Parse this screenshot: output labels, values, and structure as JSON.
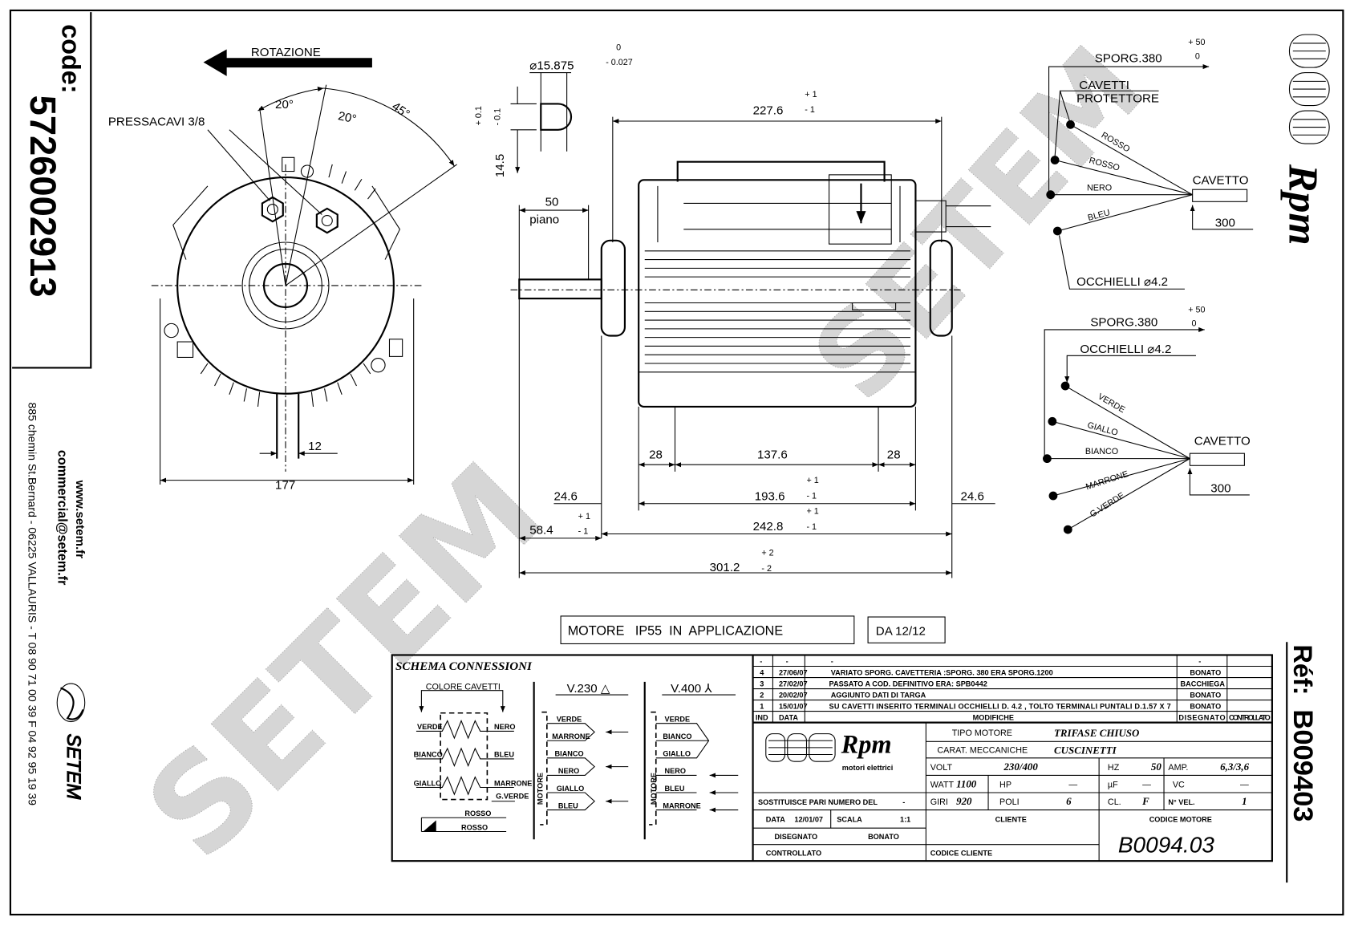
{
  "code": {
    "label": "code:",
    "value": "5726002913"
  },
  "contact": {
    "web": "www.setem.fr",
    "email": "commercial@setem.fr",
    "address": "885 chemin St.Bernard  -  06225 VALLAURIS  -  T 08 90 71 00 39   F 04 92 95 19 39",
    "brand": "SETEM"
  },
  "reference": {
    "label": "Réf:",
    "value": "B009403"
  },
  "logo": {
    "brand": "Rpm",
    "subtitle": "motori elettrici"
  },
  "watermark": "SETEM",
  "front_view": {
    "rotation_label": "ROTAZIONE",
    "pressacavi_label": "PRESSACAVI 3/8",
    "angles": [
      "20°",
      "20°",
      "45°"
    ],
    "width_dim": "177",
    "foot_dim": "12"
  },
  "shaft_profile": {
    "diameter": "⌀15.875",
    "diameter_tol_upper": "0",
    "diameter_tol_lower": "- 0.027",
    "flat": "14.5",
    "flat_tol_upper": "+ 0.1",
    "flat_tol_lower": "- 0.1"
  },
  "side_view": {
    "overall_flange": {
      "value": "227.6",
      "tol_upper": "+ 1",
      "tol_lower": "- 1"
    },
    "shaft_plane": {
      "value": "50",
      "label": "piano"
    },
    "foot_left": "28",
    "foot_center": "137.6",
    "foot_right": "28",
    "feet_total": {
      "value": "193.6",
      "tol_upper": "+ 1",
      "tol_lower": "- 1"
    },
    "offset_left": "24.6",
    "offset_right": "24.6",
    "body_length": {
      "value": "242.8",
      "tol_upper": "+ 1",
      "tol_lower": "- 1"
    },
    "shaft_length": {
      "value": "58.4",
      "tol_upper": "+ 1",
      "tol_lower": "- 1"
    },
    "total_length": {
      "value": "301.2",
      "tol_upper": "+ 2",
      "tol_lower": "- 2"
    }
  },
  "wiring_protector": {
    "sporg": "SPORG.380",
    "sporg_tol_upper": "+ 50",
    "sporg_tol_lower": "0",
    "cavetti": "CAVETTI",
    "protettore": "PROTETTORE",
    "wires": [
      "ROSSO",
      "ROSSO",
      "NERO",
      "BLEU"
    ],
    "cable": "CAVETTO",
    "cable_length": "300",
    "eyelets": "OCCHIELLI ⌀4.2"
  },
  "wiring_motor": {
    "sporg": "SPORG.380",
    "sporg_tol_upper": "+ 50",
    "sporg_tol_lower": "0",
    "eyelets": "OCCHIELLI ⌀4.2",
    "wires": [
      "VERDE",
      "GIALLO",
      "BIANCO",
      "MARRONE",
      "G.VERDE"
    ],
    "cable": "CAVETTO",
    "cable_length": "300"
  },
  "title_box": {
    "title": "MOTORE   IP55  IN  APPLICAZIONE",
    "date": "DA 12/12"
  },
  "schema": {
    "title": "SCHEMA CONNESSIONI",
    "colore_cavetti": "COLORE CAVETTI",
    "left_labels": [
      "VERDE",
      "BIANCO",
      "GIALLO"
    ],
    "right_labels": [
      "NERO",
      "BLEU",
      "MARRONE"
    ],
    "earth": "G.VERDE",
    "protector": [
      "ROSSO",
      "ROSSO"
    ],
    "motore": "MOTORE",
    "v230": {
      "title": "V.230 △",
      "labels": [
        "VERDE",
        "MARRONE",
        "BIANCO",
        "NERO",
        "GIALLO",
        "BLEU"
      ]
    },
    "v400": {
      "title": "V.400 ⅄",
      "labels": [
        "VERDE",
        "BIANCO",
        "GIALLO",
        "NERO",
        "BLEU",
        "MARRONE"
      ]
    }
  },
  "revisions": {
    "headers": [
      "IND",
      "DATA",
      "MODIFICHE",
      "DISEGNATO",
      "CONTROLLATO"
    ],
    "rows": [
      {
        "ind": "-",
        "data": "-",
        "modifica": "-",
        "disegnato": "-",
        "controllato": ""
      },
      {
        "ind": "4",
        "data": "27/06/07",
        "modifica": "VARIATO SPORG. CAVETTERIA :SPORG. 380 ERA SPORG.1200",
        "disegnato": "BONATO",
        "controllato": ""
      },
      {
        "ind": "3",
        "data": "27/02/07",
        "modifica": "PASSATO A COD. DEFINITIVO ERA: SPB0442",
        "disegnato": "BACCHIEGA",
        "controllato": ""
      },
      {
        "ind": "2",
        "data": "20/02/07",
        "modifica": "AGGIUNTO DATI DI TARGA",
        "disegnato": "BONATO",
        "controllato": ""
      },
      {
        "ind": "1",
        "data": "15/01/07",
        "modifica": "SU CAVETTI INSERITO TERMINALI OCCHIELLI D. 4.2 , TOLTO TERMINALI  PUNTALI D.1.57 X 7",
        "disegnato": "BONATO",
        "controllato": ""
      }
    ]
  },
  "specs": {
    "tipo_motore_label": "TIPO MOTORE",
    "tipo_motore": "TRIFASE CHIUSO",
    "carat_label": "CARAT. MECCANICHE",
    "carat": "CUSCINETTI",
    "volt_label": "VOLT",
    "volt": "230/400",
    "hz_label": "HZ",
    "hz": "50",
    "amp_label": "AMP.",
    "amp": "6,3/3,6",
    "watt_label": "WATT",
    "watt": "1100",
    "hp_label": "HP",
    "hp": "—",
    "uf_label": "µF",
    "uf": "—",
    "vc_label": "VC",
    "vc": "—",
    "giri_label": "GIRI",
    "giri": "920",
    "poli_label": "POLI",
    "poli": "6",
    "cl_label": "CL.",
    "cl": "F",
    "nvel_label": "N° VEL.",
    "nvel": "1",
    "sostituisce_label": "SOSTITUISCE PARI NUMERO DEL",
    "sostituisce": "-",
    "data_label": "DATA",
    "data": "12/01/07",
    "scala_label": "SCALA",
    "scala": "1:1",
    "disegnato_label": "DISEGNATO",
    "disegnato": "BONATO",
    "controllato_label": "CONTROLLATO",
    "cliente_label": "CLIENTE",
    "codice_cliente_label": "CODICE CLIENTE",
    "codice_motore_label": "CODICE MOTORE",
    "codice_motore": "B0094.03"
  }
}
